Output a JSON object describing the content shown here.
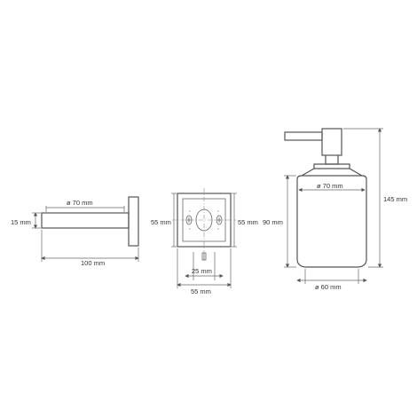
{
  "side_view": {
    "diameter_label": "ø 70 mm",
    "height_label": "15 mm",
    "length_label": "100 mm"
  },
  "front_view": {
    "height_label": "55 mm",
    "height_label_right": "55 mm",
    "hole_spacing_label": "25 mm",
    "width_label": "55 mm"
  },
  "dispenser": {
    "diameter_top_label": "ø 70 mm",
    "body_height_label": "90 mm",
    "total_height_label": "145 mm",
    "diameter_bottom_label": "ø 60 mm"
  },
  "colors": {
    "line": "#555555",
    "text": "#333333",
    "background": "#ffffff"
  }
}
